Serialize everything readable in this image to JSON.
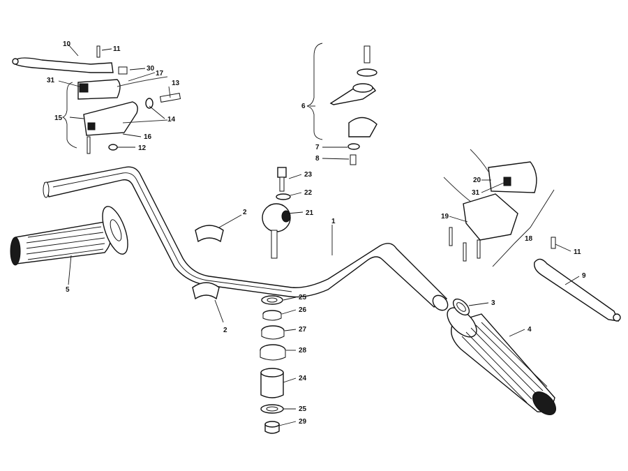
{
  "diagram": {
    "callouts": [
      {
        "id": "c10",
        "text": "10"
      },
      {
        "id": "c11a",
        "text": "11"
      },
      {
        "id": "c30",
        "text": "30"
      },
      {
        "id": "c17",
        "text": "17"
      },
      {
        "id": "c31a",
        "text": "31"
      },
      {
        "id": "c13",
        "text": "13"
      },
      {
        "id": "c14",
        "text": "14"
      },
      {
        "id": "c15",
        "text": "15"
      },
      {
        "id": "c16",
        "text": "16"
      },
      {
        "id": "c12",
        "text": "12"
      },
      {
        "id": "c6",
        "text": "6"
      },
      {
        "id": "c7",
        "text": "7"
      },
      {
        "id": "c8",
        "text": "8"
      },
      {
        "id": "c23",
        "text": "23"
      },
      {
        "id": "c22",
        "text": "22"
      },
      {
        "id": "c21",
        "text": "21"
      },
      {
        "id": "c2a",
        "text": "2"
      },
      {
        "id": "c1",
        "text": "1"
      },
      {
        "id": "c20",
        "text": "20"
      },
      {
        "id": "c31b",
        "text": "31"
      },
      {
        "id": "c19",
        "text": "19"
      },
      {
        "id": "c18",
        "text": "18"
      },
      {
        "id": "c11b",
        "text": "11"
      },
      {
        "id": "c9",
        "text": "9"
      },
      {
        "id": "c5",
        "text": "5"
      },
      {
        "id": "c2b",
        "text": "2"
      },
      {
        "id": "c25a",
        "text": "25"
      },
      {
        "id": "c26",
        "text": "26"
      },
      {
        "id": "c27",
        "text": "27"
      },
      {
        "id": "c28",
        "text": "28"
      },
      {
        "id": "c24",
        "text": "24"
      },
      {
        "id": "c25b",
        "text": "25"
      },
      {
        "id": "c29",
        "text": "29"
      },
      {
        "id": "c3",
        "text": "3"
      },
      {
        "id": "c4",
        "text": "4"
      }
    ]
  }
}
